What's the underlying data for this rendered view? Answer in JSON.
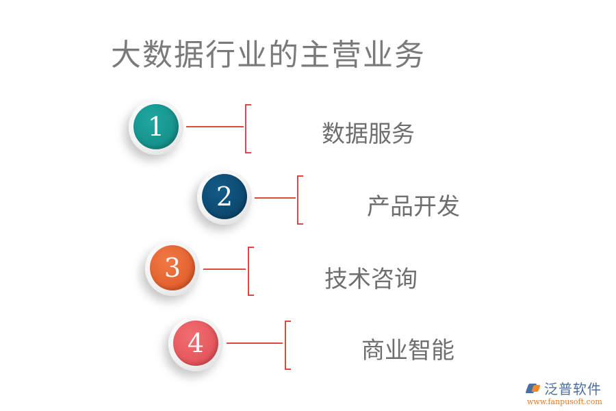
{
  "title": "大数据行业的主营业务",
  "items": [
    {
      "number": "1",
      "label": "数据服务",
      "color": "#17958f"
    },
    {
      "number": "2",
      "label": "产品开发",
      "color": "#0c4a72"
    },
    {
      "number": "3",
      "label": "技术咨询",
      "color": "#e8632e"
    },
    {
      "number": "4",
      "label": "商业智能",
      "color": "#e8545a"
    }
  ],
  "connector_color": "#e04646",
  "logo": {
    "name": "泛普软件",
    "url": "www.fanpusoft.com"
  }
}
